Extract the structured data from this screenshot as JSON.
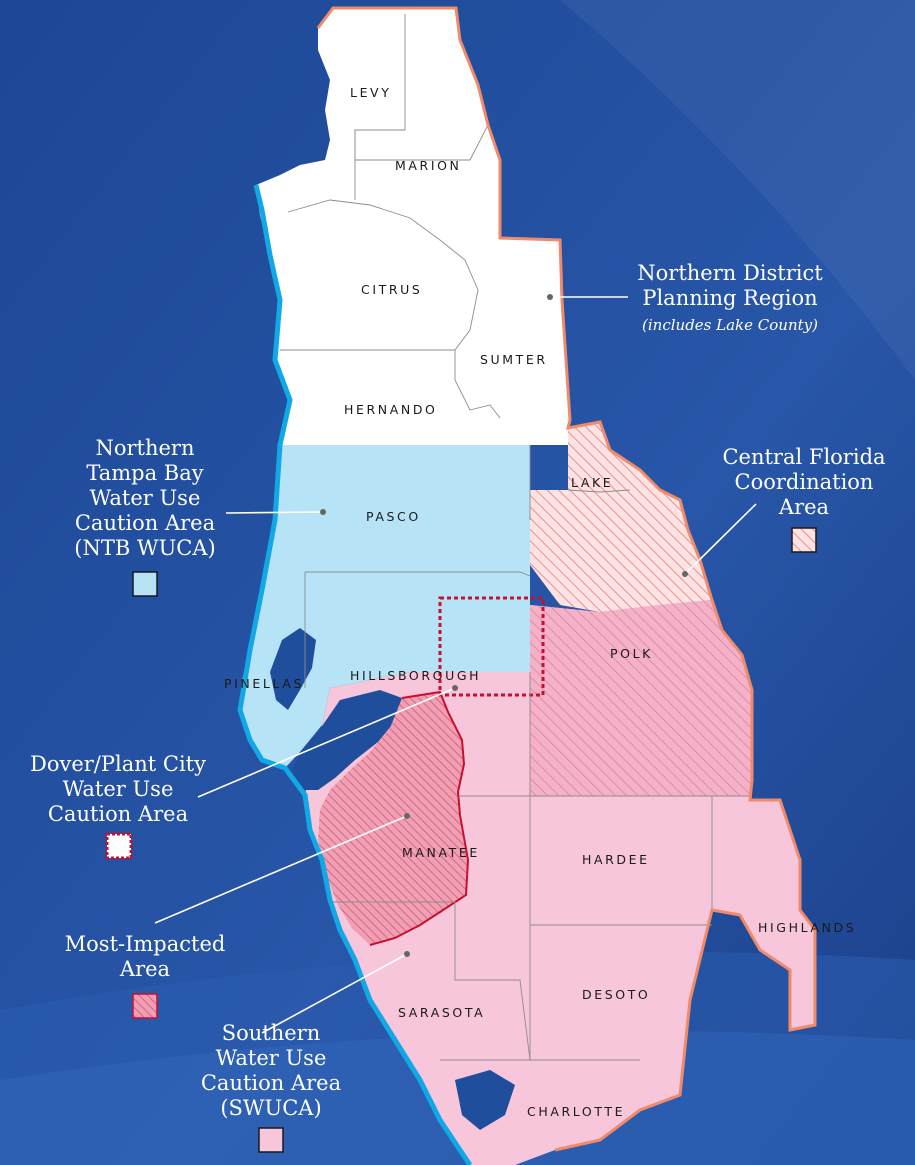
{
  "counties": {
    "levy": "LEVY",
    "marion": "MARION",
    "citrus": "CITRUS",
    "sumter": "SUMTER",
    "hernando": "HERNANDO",
    "lake": "LAKE",
    "pasco": "PASCO",
    "polk": "POLK",
    "pinellas": "PINELLAS",
    "hillsborough": "HILLSBOROUGH",
    "manatee": "MANATEE",
    "hardee": "HARDEE",
    "highlands": "HIGHLANDS",
    "sarasota": "SARASOTA",
    "desoto": "DESOTO",
    "charlotte": "CHARLOTTE"
  },
  "legend": {
    "northern": {
      "line1": "Northern District",
      "line2": "Planning Region",
      "note": "(includes Lake County)"
    },
    "central": {
      "line1": "Central Florida",
      "line2": "Coordination",
      "line3": "Area"
    },
    "ntb": {
      "line1": "Northern",
      "line2": "Tampa Bay",
      "line3": "Water Use",
      "line4": "Caution Area",
      "line5": "(NTB WUCA)"
    },
    "dover": {
      "line1": "Dover/Plant City",
      "line2": "Water Use",
      "line3": "Caution Area"
    },
    "most": {
      "line1": "Most-Impacted",
      "line2": "Area"
    },
    "swuca": {
      "line1": "Southern",
      "line2": "Water Use",
      "line3": "Caution Area",
      "line4": "(SWUCA)"
    }
  },
  "colors": {
    "ocean": "#1f4e9c",
    "northern_region": "#ffffff",
    "ntb_wuca": "#b7e3f7",
    "swuca": "#f7c6da",
    "central_hatch": "#f28f8f",
    "most_impacted": "#f2a4b8",
    "dover_border": "#c8102e",
    "district_outline": "#f08a6a",
    "water": "#11a8e6"
  }
}
